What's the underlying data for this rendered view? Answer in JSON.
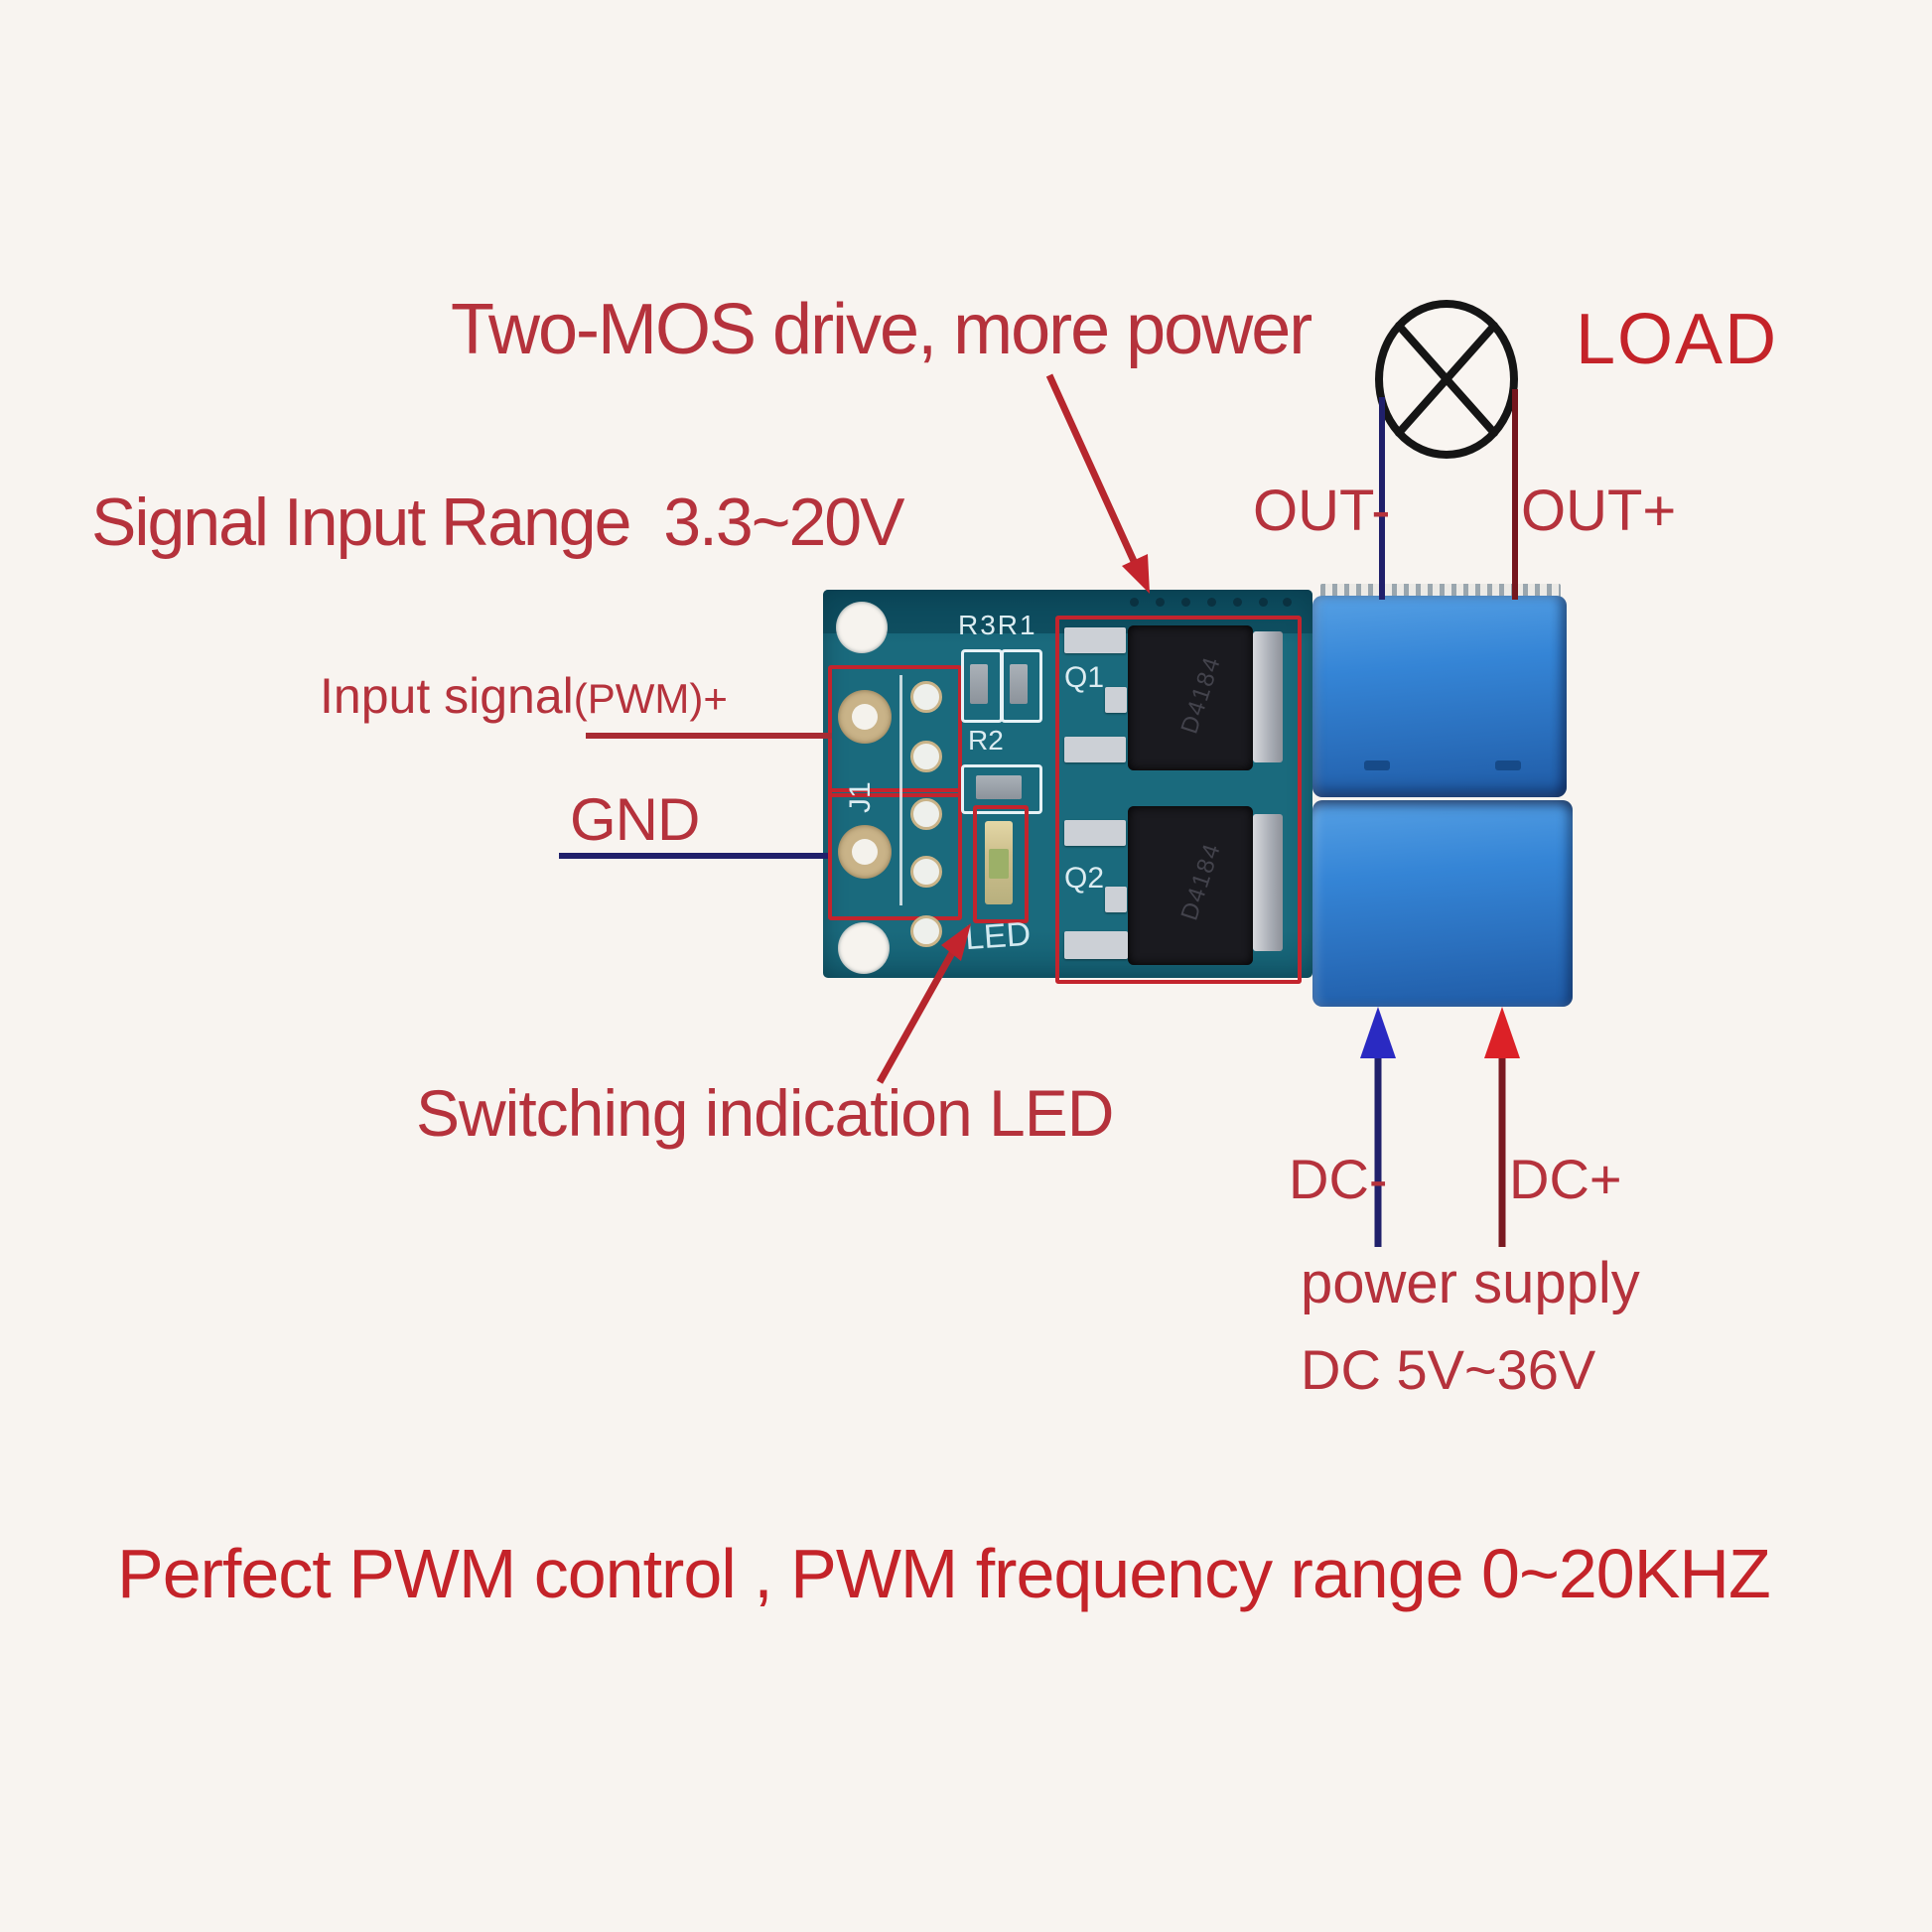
{
  "page": {
    "background": "#f8f4f0"
  },
  "annotations": {
    "top_note": "Two-MOS drive, more power",
    "signal_range": "Signal Input Range  3.3~20V",
    "input_signal": "Input signal",
    "input_signal_suffix": "(PWM)+",
    "gnd": "GND",
    "led_note": "Switching indication LED",
    "load": "LOAD",
    "out_minus": "OUT-",
    "out_plus": "OUT+",
    "dc_minus": "DC-",
    "dc_plus": "DC+",
    "power_supply": "power supply",
    "power_range": "DC 5V~36V",
    "bottom_note": "Perfect PWM control , PWM frequency range 0~20KHZ"
  },
  "board": {
    "silkscreen": {
      "j1": "J1",
      "r3r1": "R3R1",
      "r2": "R2",
      "led": "LED",
      "q1": "Q1",
      "q2": "Q2"
    },
    "mosfet_marking": "D4184"
  },
  "colors": {
    "annotation_red": "#b5323c",
    "bright_red": "#c42329",
    "annotation_box_red": "#c3242d",
    "wire_negative_blue": "#20206b",
    "wire_positive_dark_red": "#75161e",
    "arrowhead_blue": "#2a2ac2",
    "arrowhead_red": "#dc2127",
    "pcb_teal": "#1a6a7d",
    "terminal_block_blue": "#2f7ccc",
    "screw_brass": "#b7a072"
  }
}
